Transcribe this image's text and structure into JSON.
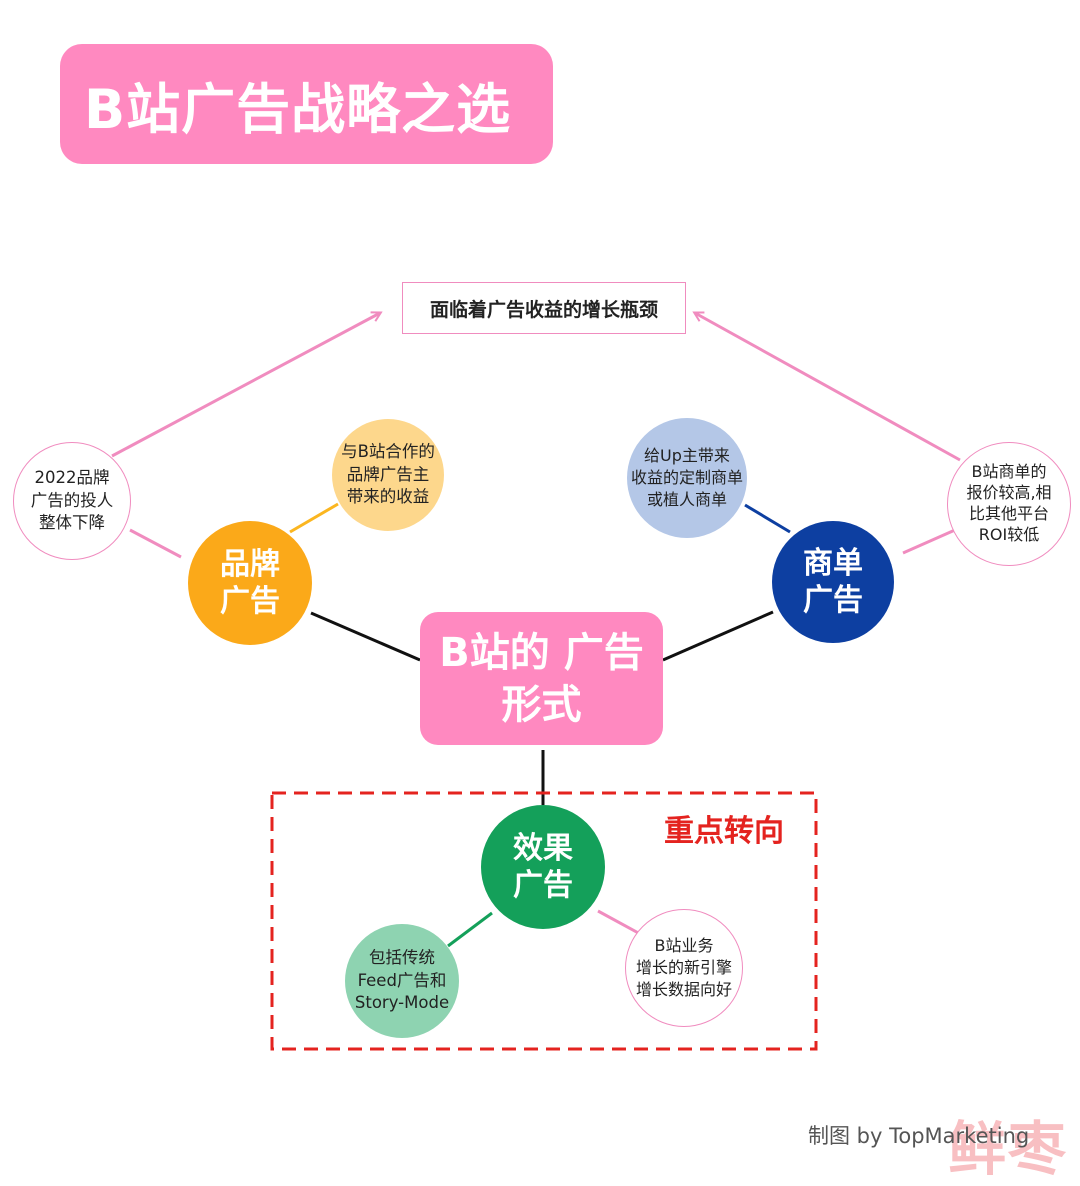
{
  "title": "B站广告战略之选",
  "bottleneck": "面临着广告收益的增长瓶颈",
  "center": {
    "line1": "B站的",
    "line2": "广告形式"
  },
  "brand": {
    "line1": "品牌",
    "line2": "广告",
    "note": [
      "2022品牌",
      "广告的投人",
      "整体下降"
    ],
    "sub": [
      "与B站合作的",
      "品牌广告主",
      "带来的收益"
    ]
  },
  "merchant": {
    "line1": "商单",
    "line2": "广告",
    "note": [
      "B站商单的",
      "报价较高,相",
      "比其他平台",
      "ROI较低"
    ],
    "sub": [
      "给Up主带来",
      "收益的定制商单",
      "或植人商单"
    ]
  },
  "effect": {
    "line1": "效果",
    "line2": "广告",
    "sub": [
      "包括传统",
      "Feed广告和",
      "Story-Mode"
    ],
    "note": [
      "B站业务",
      "增长的新引擎",
      "增长数据向好"
    ]
  },
  "focus_label": "重点转向",
  "credit": "制图 by TopMarketing",
  "watermark": "鲜枣",
  "colors": {
    "pink": "#ff89c0",
    "brand_orange": "#fba919",
    "brand_light": "#fdd78c",
    "merchant_blue": "#0d3fa1",
    "merchant_light": "#b4c7e7",
    "effect_green": "#14a05a",
    "effect_light": "#8ed3b1",
    "focus_red": "#e4231f"
  }
}
